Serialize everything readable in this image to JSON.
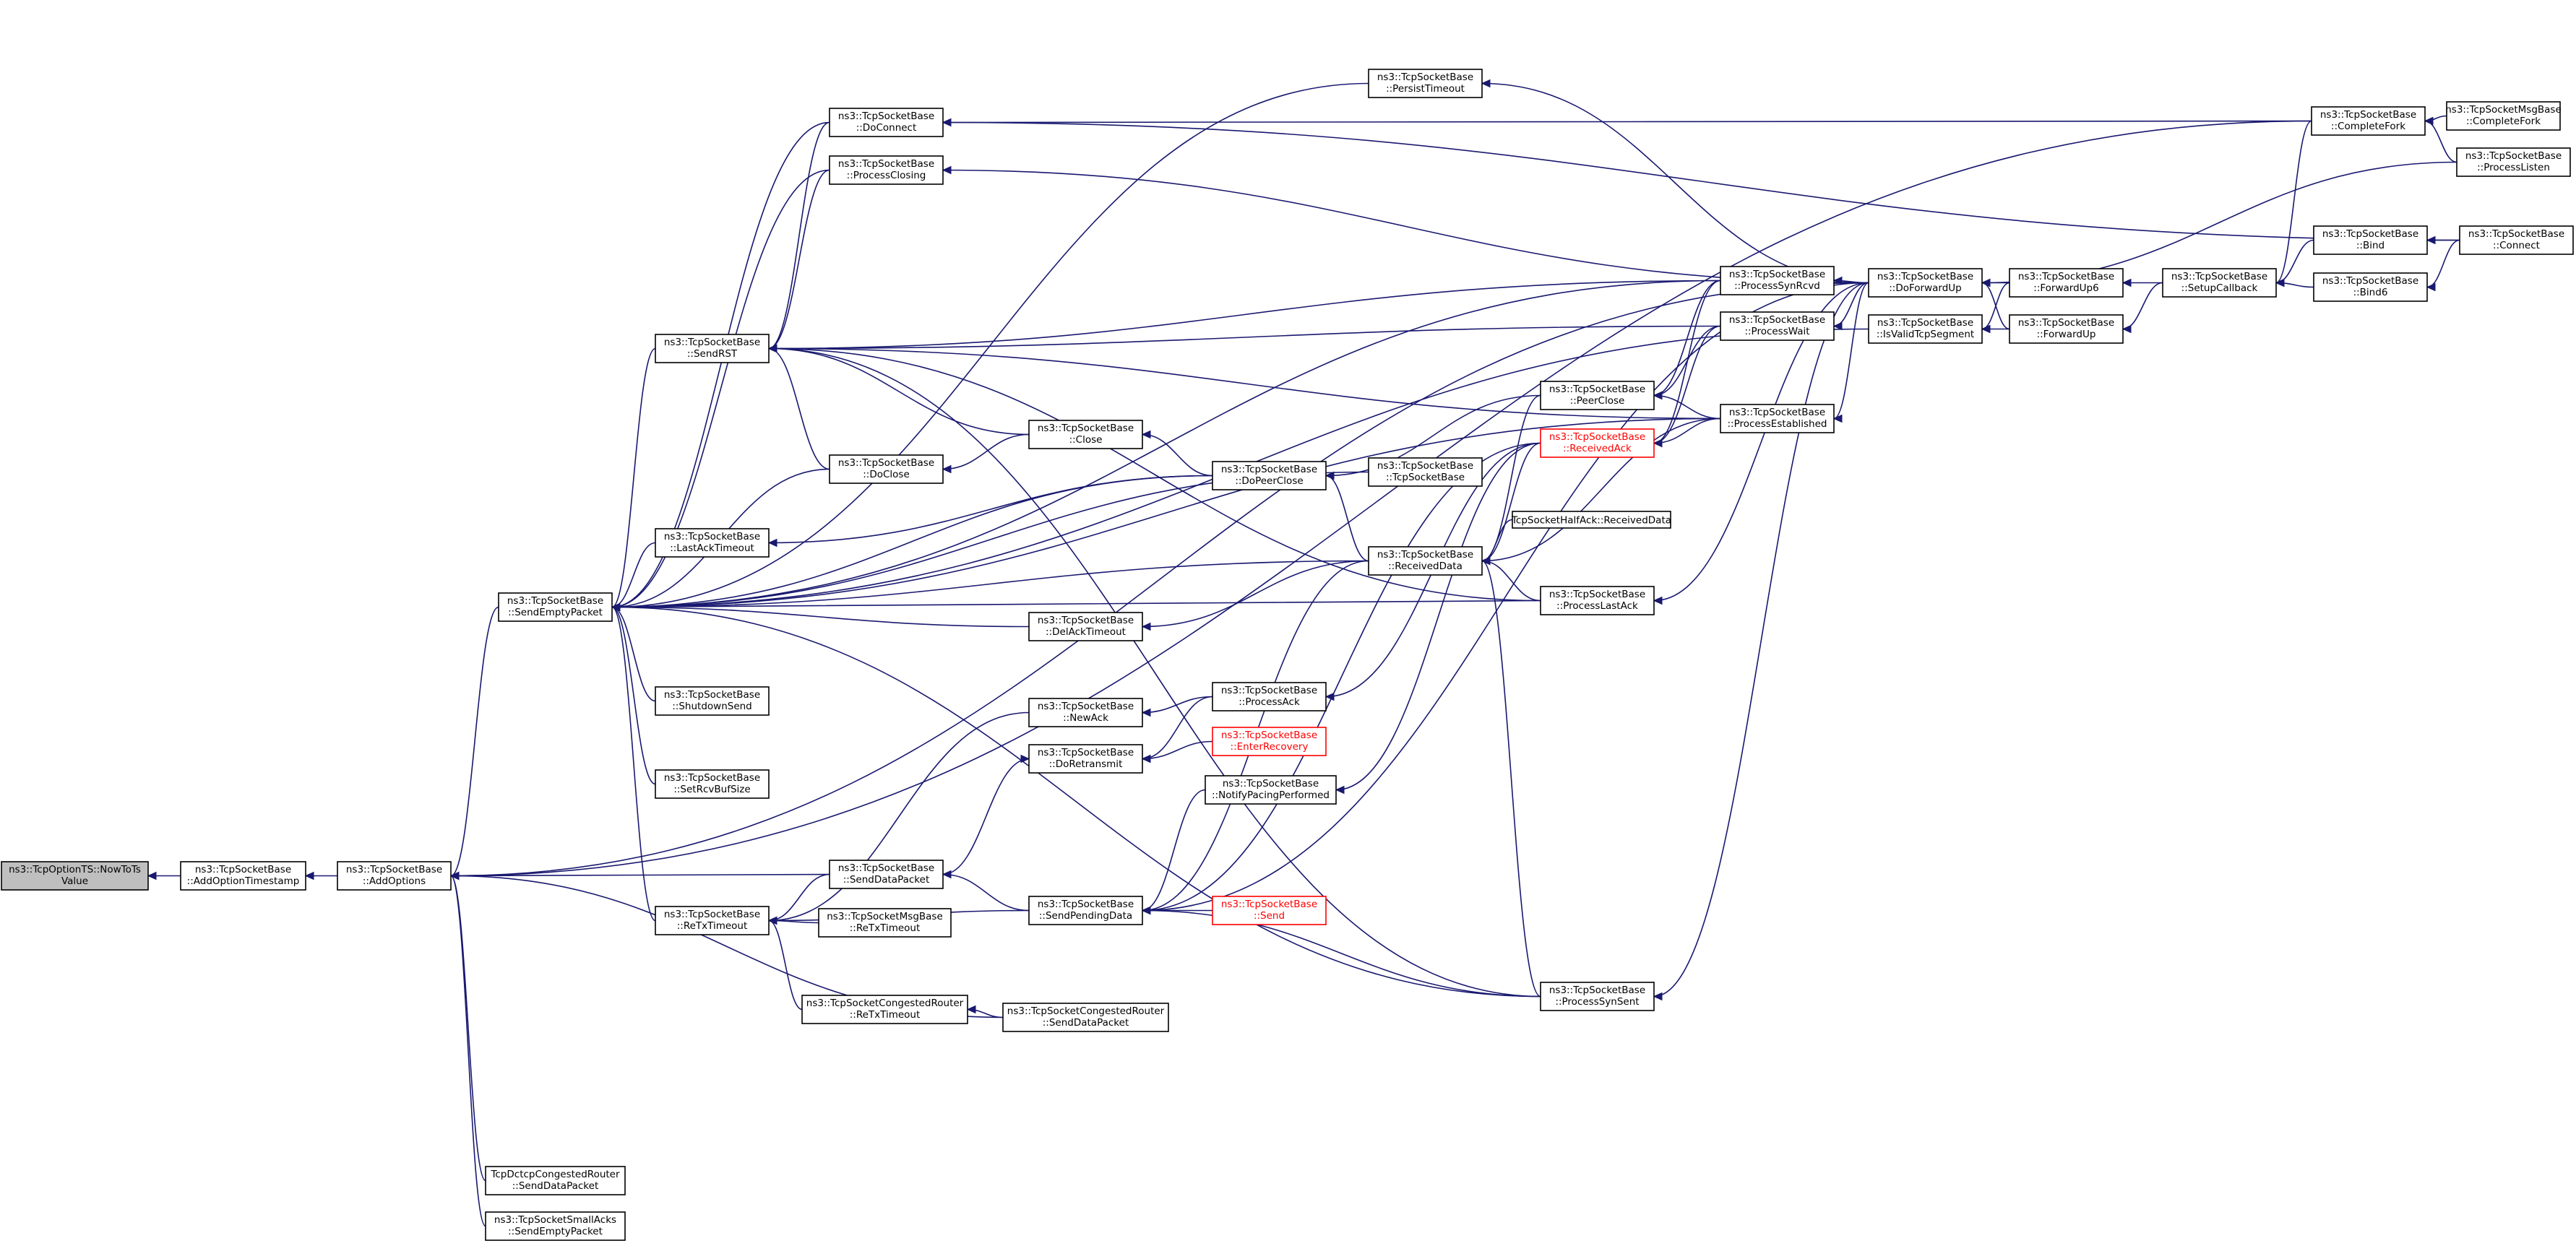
{
  "diagram": {
    "nodes": [
      {
        "id": "root",
        "lines": [
          "ns3::TcpOptionTS::NowToTs",
          "Value"
        ],
        "style": "root"
      },
      {
        "id": "addOptTs",
        "lines": [
          "ns3::TcpSocketBase",
          "::AddOptionTimestamp"
        ],
        "style": "normal"
      },
      {
        "id": "addOpts",
        "lines": [
          "ns3::TcpSocketBase",
          "::AddOptions"
        ],
        "style": "normal"
      },
      {
        "id": "sendEmpty",
        "lines": [
          "ns3::TcpSocketBase",
          "::SendEmptyPacket"
        ],
        "style": "normal"
      },
      {
        "id": "sendRst",
        "lines": [
          "ns3::TcpSocketBase",
          "::SendRST"
        ],
        "style": "normal"
      },
      {
        "id": "doConnect",
        "lines": [
          "ns3::TcpSocketBase",
          "::DoConnect"
        ],
        "style": "normal"
      },
      {
        "id": "procClosing",
        "lines": [
          "ns3::TcpSocketBase",
          "::ProcessClosing"
        ],
        "style": "normal"
      },
      {
        "id": "doClose",
        "lines": [
          "ns3::TcpSocketBase",
          "::DoClose"
        ],
        "style": "normal"
      },
      {
        "id": "lastAck",
        "lines": [
          "ns3::TcpSocketBase",
          "::LastAckTimeout"
        ],
        "style": "normal"
      },
      {
        "id": "shutdown",
        "lines": [
          "ns3::TcpSocketBase",
          "::ShutdownSend"
        ],
        "style": "normal"
      },
      {
        "id": "setRcv",
        "lines": [
          "ns3::TcpSocketBase",
          "::SetRcvBufSize"
        ],
        "style": "normal"
      },
      {
        "id": "reTx",
        "lines": [
          "ns3::TcpSocketBase",
          "::ReTxTimeout"
        ],
        "style": "normal"
      },
      {
        "id": "dctcp",
        "lines": [
          "TcpDctcpCongestedRouter",
          "::SendDataPacket"
        ],
        "style": "normal"
      },
      {
        "id": "smallAcks",
        "lines": [
          "ns3::TcpSocketSmallAcks",
          "::SendEmptyPacket"
        ],
        "style": "normal"
      },
      {
        "id": "sendData",
        "lines": [
          "ns3::TcpSocketBase",
          "::SendDataPacket"
        ],
        "style": "normal"
      },
      {
        "id": "msgReTx",
        "lines": [
          "ns3::TcpSocketMsgBase",
          "::ReTxTimeout"
        ],
        "style": "normal"
      },
      {
        "id": "congReTx",
        "lines": [
          "ns3::TcpSocketCongestedRouter",
          "::ReTxTimeout"
        ],
        "style": "normal"
      },
      {
        "id": "close",
        "lines": [
          "ns3::TcpSocketBase",
          "::Close"
        ],
        "style": "normal"
      },
      {
        "id": "delAck",
        "lines": [
          "ns3::TcpSocketBase",
          "::DelAckTimeout"
        ],
        "style": "normal"
      },
      {
        "id": "newAck",
        "lines": [
          "ns3::TcpSocketBase",
          "::NewAck"
        ],
        "style": "normal"
      },
      {
        "id": "doRetx",
        "lines": [
          "ns3::TcpSocketBase",
          "::DoRetransmit"
        ],
        "style": "normal"
      },
      {
        "id": "sendPend",
        "lines": [
          "ns3::TcpSocketBase",
          "::SendPendingData"
        ],
        "style": "normal"
      },
      {
        "id": "congSend",
        "lines": [
          "ns3::TcpSocketCongestedRouter",
          "::SendDataPacket"
        ],
        "style": "normal"
      },
      {
        "id": "doPeer",
        "lines": [
          "ns3::TcpSocketBase",
          "::DoPeerClose"
        ],
        "style": "normal"
      },
      {
        "id": "procAck",
        "lines": [
          "ns3::TcpSocketBase",
          "::ProcessAck"
        ],
        "style": "normal"
      },
      {
        "id": "enterRec",
        "lines": [
          "ns3::TcpSocketBase",
          "::EnterRecovery"
        ],
        "style": "red"
      },
      {
        "id": "pacing",
        "lines": [
          "ns3::TcpSocketBase",
          "::NotifyPacingPerformed"
        ],
        "style": "normal"
      },
      {
        "id": "send",
        "lines": [
          "ns3::TcpSocketBase",
          "::Send"
        ],
        "style": "red"
      },
      {
        "id": "persist",
        "lines": [
          "ns3::TcpSocketBase",
          "::PersistTimeout"
        ],
        "style": "normal"
      },
      {
        "id": "ctor",
        "lines": [
          "ns3::TcpSocketBase",
          "::TcpSocketBase"
        ],
        "style": "normal"
      },
      {
        "id": "recvData",
        "lines": [
          "ns3::TcpSocketBase",
          "::ReceivedData"
        ],
        "style": "normal"
      },
      {
        "id": "halfAck",
        "lines": [
          "TcpSocketHalfAck::ReceivedData"
        ],
        "style": "normal"
      },
      {
        "id": "peerClose",
        "lines": [
          "ns3::TcpSocketBase",
          "::PeerClose"
        ],
        "style": "normal"
      },
      {
        "id": "recvAck",
        "lines": [
          "ns3::TcpSocketBase",
          "::ReceivedAck"
        ],
        "style": "red"
      },
      {
        "id": "procLastAck",
        "lines": [
          "ns3::TcpSocketBase",
          "::ProcessLastAck"
        ],
        "style": "normal"
      },
      {
        "id": "procSynSent",
        "lines": [
          "ns3::TcpSocketBase",
          "::ProcessSynSent"
        ],
        "style": "normal"
      },
      {
        "id": "procSynRcvd",
        "lines": [
          "ns3::TcpSocketBase",
          "::ProcessSynRcvd"
        ],
        "style": "normal"
      },
      {
        "id": "procWait",
        "lines": [
          "ns3::TcpSocketBase",
          "::ProcessWait"
        ],
        "style": "normal"
      },
      {
        "id": "procEst",
        "lines": [
          "ns3::TcpSocketBase",
          "::ProcessEstablished"
        ],
        "style": "normal"
      },
      {
        "id": "doFwd",
        "lines": [
          "ns3::TcpSocketBase",
          "::DoForwardUp"
        ],
        "style": "normal"
      },
      {
        "id": "isValid",
        "lines": [
          "ns3::TcpSocketBase",
          "::IsValidTcpSegment"
        ],
        "style": "normal"
      },
      {
        "id": "fwd6",
        "lines": [
          "ns3::TcpSocketBase",
          "::ForwardUp6"
        ],
        "style": "normal"
      },
      {
        "id": "fwd",
        "lines": [
          "ns3::TcpSocketBase",
          "::ForwardUp"
        ],
        "style": "normal"
      },
      {
        "id": "setupCb",
        "lines": [
          "ns3::TcpSocketBase",
          "::SetupCallback"
        ],
        "style": "normal"
      },
      {
        "id": "compFork",
        "lines": [
          "ns3::TcpSocketBase",
          "::CompleteFork"
        ],
        "style": "normal"
      },
      {
        "id": "msgCompFork",
        "lines": [
          "ns3::TcpSocketMsgBase",
          "::CompleteFork"
        ],
        "style": "normal"
      },
      {
        "id": "procListen",
        "lines": [
          "ns3::TcpSocketBase",
          "::ProcessListen"
        ],
        "style": "normal"
      },
      {
        "id": "bind",
        "lines": [
          "ns3::TcpSocketBase",
          "::Bind"
        ],
        "style": "normal"
      },
      {
        "id": "bind6",
        "lines": [
          "ns3::TcpSocketBase",
          "::Bind6"
        ],
        "style": "normal"
      },
      {
        "id": "connect",
        "lines": [
          "ns3::TcpSocketBase",
          "::Connect"
        ],
        "style": "normal"
      }
    ],
    "edges": [
      [
        "addOptTs",
        "root"
      ],
      [
        "addOpts",
        "addOptTs"
      ],
      [
        "sendEmpty",
        "addOpts"
      ],
      [
        "sendData",
        "addOpts"
      ],
      [
        "congSend",
        "addOpts"
      ],
      [
        "dctcp",
        "addOpts"
      ],
      [
        "smallAcks",
        "addOpts"
      ],
      [
        "compFork",
        "addOpts"
      ],
      [
        "doFwd",
        "addOpts"
      ],
      [
        "sendRst",
        "sendEmpty"
      ],
      [
        "doConnect",
        "sendEmpty"
      ],
      [
        "procClosing",
        "sendEmpty"
      ],
      [
        "doClose",
        "sendEmpty"
      ],
      [
        "lastAck",
        "sendEmpty"
      ],
      [
        "shutdown",
        "sendEmpty"
      ],
      [
        "setRcv",
        "sendEmpty"
      ],
      [
        "reTx",
        "sendEmpty"
      ],
      [
        "delAck",
        "sendEmpty"
      ],
      [
        "doPeer",
        "sendEmpty"
      ],
      [
        "recvData",
        "sendEmpty"
      ],
      [
        "procSynRcvd",
        "sendEmpty"
      ],
      [
        "persist",
        "sendEmpty"
      ],
      [
        "ctor",
        "sendEmpty"
      ],
      [
        "procEst",
        "sendEmpty"
      ],
      [
        "procLastAck",
        "sendEmpty"
      ],
      [
        "procSynSent",
        "sendEmpty"
      ],
      [
        "isValid",
        "sendEmpty"
      ],
      [
        "doConnect",
        "sendRst"
      ],
      [
        "procClosing",
        "sendRst"
      ],
      [
        "doClose",
        "sendRst"
      ],
      [
        "close",
        "sendRst"
      ],
      [
        "procSynRcvd",
        "sendRst"
      ],
      [
        "procWait",
        "sendRst"
      ],
      [
        "procEst",
        "sendRst"
      ],
      [
        "procLastAck",
        "sendRst"
      ],
      [
        "procSynSent",
        "sendRst"
      ],
      [
        "compFork",
        "doConnect"
      ],
      [
        "connect",
        "doConnect"
      ],
      [
        "doFwd",
        "procClosing"
      ],
      [
        "close",
        "doClose"
      ],
      [
        "doPeer",
        "lastAck"
      ],
      [
        "doPeer",
        "close"
      ],
      [
        "recvData",
        "delAck"
      ],
      [
        "recvData",
        "doPeer"
      ],
      [
        "peerClose",
        "doPeer"
      ],
      [
        "procAck",
        "newAck"
      ],
      [
        "procAck",
        "doRetx"
      ],
      [
        "enterRec",
        "doRetx"
      ],
      [
        "sendData",
        "doRetx"
      ],
      [
        "newAck",
        "reTx"
      ],
      [
        "sendData",
        "reTx"
      ],
      [
        "msgReTx",
        "reTx"
      ],
      [
        "congReTx",
        "reTx"
      ],
      [
        "sendPend",
        "reTx"
      ],
      [
        "sendPend",
        "sendData"
      ],
      [
        "congSend",
        "congReTx"
      ],
      [
        "pacing",
        "sendPend"
      ],
      [
        "send",
        "sendPend"
      ],
      [
        "procSynSent",
        "sendPend"
      ],
      [
        "recvData",
        "sendPend"
      ],
      [
        "doFwd",
        "sendPend"
      ],
      [
        "recvAck",
        "sendPend"
      ],
      [
        "recvAck",
        "procAck"
      ],
      [
        "recvAck",
        "pacing"
      ],
      [
        "halfAck",
        "recvData"
      ],
      [
        "procLastAck",
        "recvData"
      ],
      [
        "procSynSent",
        "recvData"
      ],
      [
        "peerClose",
        "recvData"
      ],
      [
        "recvAck",
        "recvData"
      ],
      [
        "procEst",
        "recvData"
      ],
      [
        "procEst",
        "peerClose"
      ],
      [
        "procWait",
        "peerClose"
      ],
      [
        "procSynRcvd",
        "peerClose"
      ],
      [
        "procEst",
        "recvAck"
      ],
      [
        "procWait",
        "recvAck"
      ],
      [
        "procSynRcvd",
        "recvAck"
      ],
      [
        "doFwd",
        "procSynRcvd"
      ],
      [
        "doFwd",
        "procWait"
      ],
      [
        "doFwd",
        "procEst"
      ],
      [
        "doFwd",
        "procLastAck"
      ],
      [
        "doFwd",
        "procSynSent"
      ],
      [
        "doFwd",
        "persist"
      ],
      [
        "fwd6",
        "doFwd"
      ],
      [
        "fwd",
        "doFwd"
      ],
      [
        "fwd6",
        "isValid"
      ],
      [
        "fwd",
        "isValid"
      ],
      [
        "setupCb",
        "fwd6"
      ],
      [
        "setupCb",
        "fwd"
      ],
      [
        "compFork",
        "setupCb"
      ],
      [
        "bind",
        "setupCb"
      ],
      [
        "bind6",
        "setupCb"
      ],
      [
        "procListen",
        "compFork"
      ],
      [
        "msgCompFork",
        "compFork"
      ],
      [
        "connect",
        "bind"
      ],
      [
        "connect",
        "bind6"
      ],
      [
        "procListen",
        "doFwd"
      ]
    ]
  }
}
